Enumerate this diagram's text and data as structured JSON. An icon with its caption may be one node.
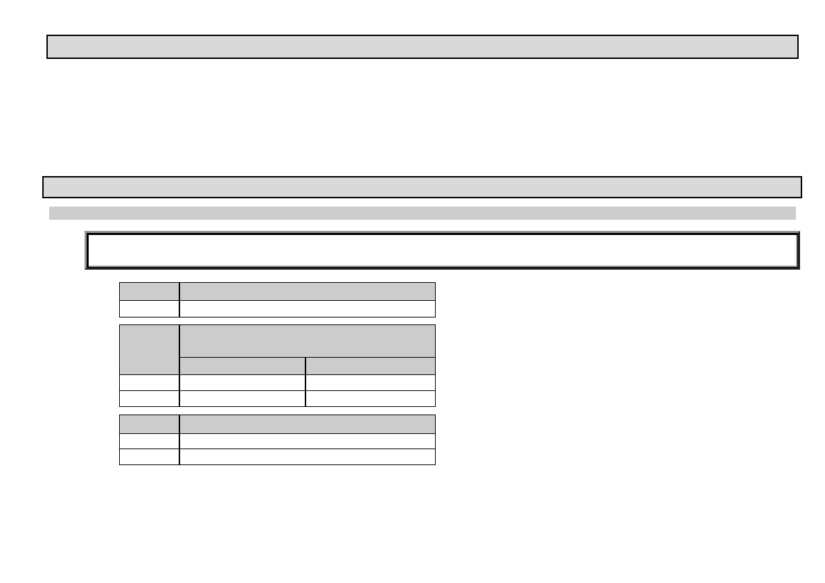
{
  "diagram": {
    "nodes": [
      {
        "text": [],
        "shape": "bar"
      },
      {
        "text": [],
        "shape": "bar"
      },
      {
        "text": [],
        "shape": "bar"
      },
      {
        "text": [],
        "shape": "box"
      },
      {
        "text": [],
        "shape": "table"
      },
      {
        "text": [],
        "shape": "table"
      },
      {
        "text": [],
        "shape": "table"
      }
    ]
  }
}
